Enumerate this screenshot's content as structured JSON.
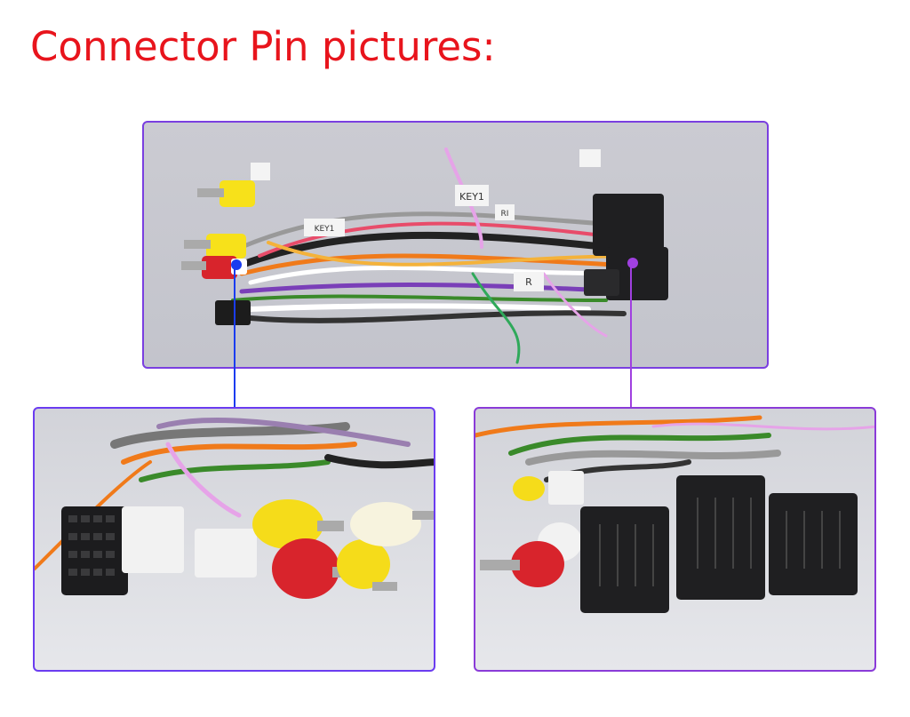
{
  "title": "Connector Pin pictures:",
  "colors": {
    "title": "#e8141c",
    "frame_border": "#8a3bd8",
    "callout_blue": "#1a3cf0",
    "callout_purple": "#a040e0",
    "photo_background": "#c7c8cf"
  },
  "images": {
    "main_photo": "car stereo wiring harness with RCA plugs and connectors",
    "left_detail": "close-up of white and black multi-pin connectors with RCA plugs",
    "right_detail": "close-up of three black automotive connectors"
  },
  "main_photo_labels": [
    "KEY1",
    "KEY1",
    "R",
    "RI"
  ]
}
